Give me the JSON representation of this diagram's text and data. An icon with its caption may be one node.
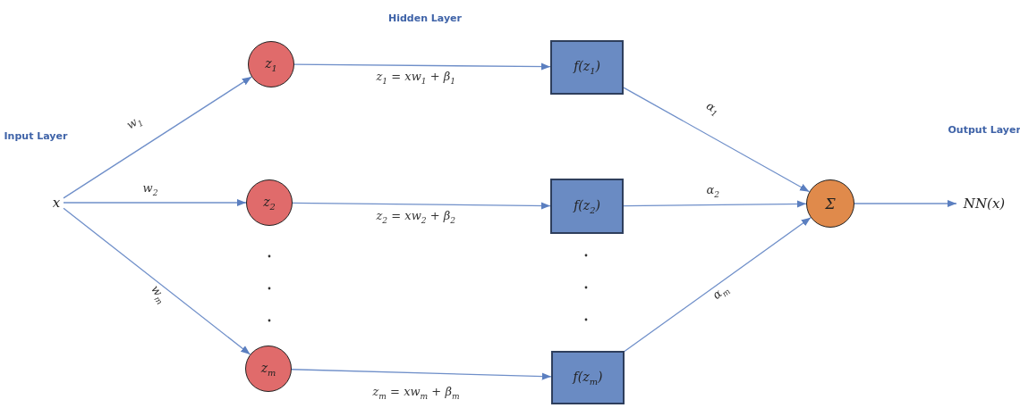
{
  "diagram": {
    "nodes": [
      {
        "text": [
          "x"
        ]
      },
      {
        "text": [
          "z$_{1}$"
        ]
      },
      {
        "text": [
          "z$_{2}$"
        ]
      },
      {
        "text": [
          "z$_{m}$"
        ]
      },
      {
        "text": [
          "f(z$_{1}$)"
        ]
      },
      {
        "text": [
          "f(z$_{2}$)"
        ]
      },
      {
        "text": [
          "f(z$_{m}$)"
        ]
      },
      {
        "text": [
          "Σ"
        ]
      },
      {
        "text": [
          "NN(x)"
        ]
      }
    ],
    "edges": [
      {
        "from": 0,
        "to": 1,
        "arrow": "to",
        "label": "w$_{1}$"
      },
      {
        "from": 0,
        "to": 2,
        "arrow": "to",
        "label": "w$_{2}$"
      },
      {
        "from": 0,
        "to": 3,
        "arrow": "to",
        "label": "w$_{m}$"
      },
      {
        "from": 1,
        "to": 4,
        "arrow": "to",
        "label": "z$_{1}$ = xw$_{1}$ + β$_{1}$"
      },
      {
        "from": 2,
        "to": 5,
        "arrow": "to",
        "label": "z$_{2}$ = xw$_{2}$ + β$_{2}$"
      },
      {
        "from": 3,
        "to": 6,
        "arrow": "to",
        "label": "z$_{m}$ = xw$_{m}$ + β$_{m}$"
      },
      {
        "from": 4,
        "to": 7,
        "arrow": "to",
        "label": "α$_{1}$"
      },
      {
        "from": 5,
        "to": 7,
        "arrow": "to",
        "label": "α$_{2}$"
      },
      {
        "from": 6,
        "to": 7,
        "arrow": "to",
        "label": "α$_{m}$"
      },
      {
        "from": 7,
        "to": 8,
        "arrow": "to"
      }
    ],
    "labels": [
      "Hidden Layer",
      "Input Layer",
      "Output Layer"
    ]
  }
}
